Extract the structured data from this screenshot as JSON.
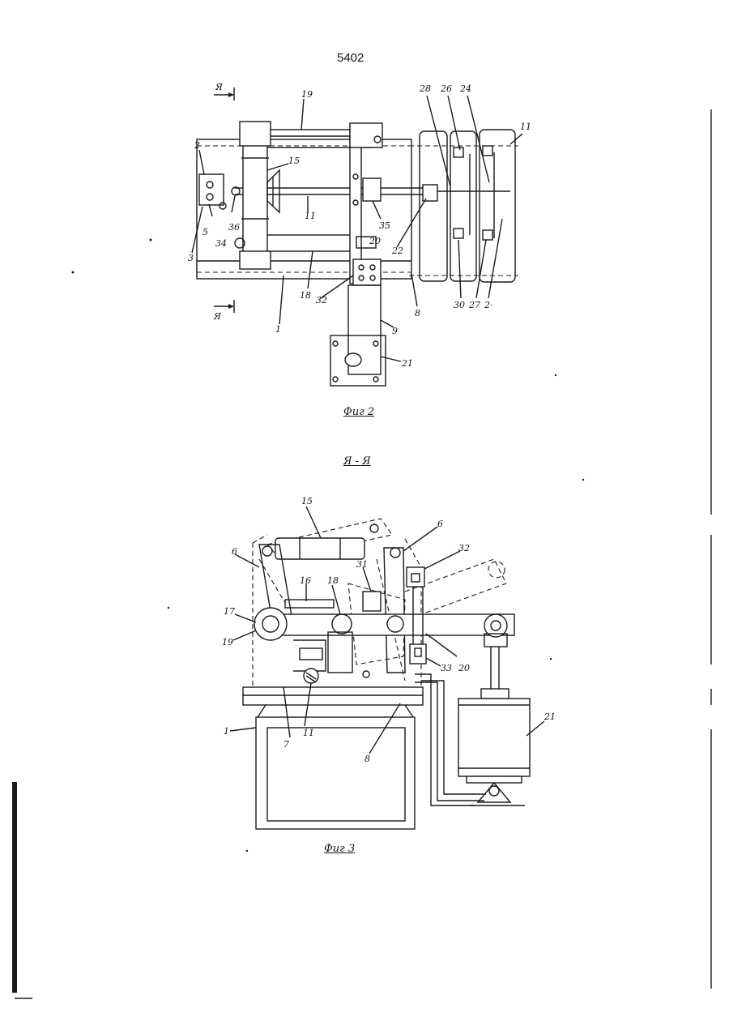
{
  "page_number": "5402",
  "fig2": {
    "caption": "Фиг 2",
    "labels": {
      "section_top": "Я",
      "section_bottom": "Я",
      "n19": "19",
      "n28": "28",
      "n26": "26",
      "n24": "24",
      "n11a": "11",
      "n2": "2",
      "n15": "15",
      "n11": "11",
      "n3": "3",
      "n5": "5",
      "n34": "34",
      "n36": "36",
      "n35": "35",
      "n20": "20",
      "n22": "22",
      "n18": "18",
      "n32": "32",
      "n1": "1",
      "n8": "8",
      "n9": "9",
      "n30": "30",
      "n27": "27",
      "n2b": "2·",
      "n21": "21"
    }
  },
  "section": {
    "caption": "Я - Я"
  },
  "fig3": {
    "caption": "Фиг 3",
    "labels": {
      "n15": "15",
      "n6a": "6",
      "n6b": "6",
      "n32": "32",
      "n31": "31",
      "n16": "16",
      "n18": "18",
      "n17": "17",
      "n19": "19",
      "n20": "20",
      "n33": "33",
      "n11": "11",
      "n21": "21",
      "n1": "1",
      "n7": "7",
      "n8": "8"
    }
  }
}
